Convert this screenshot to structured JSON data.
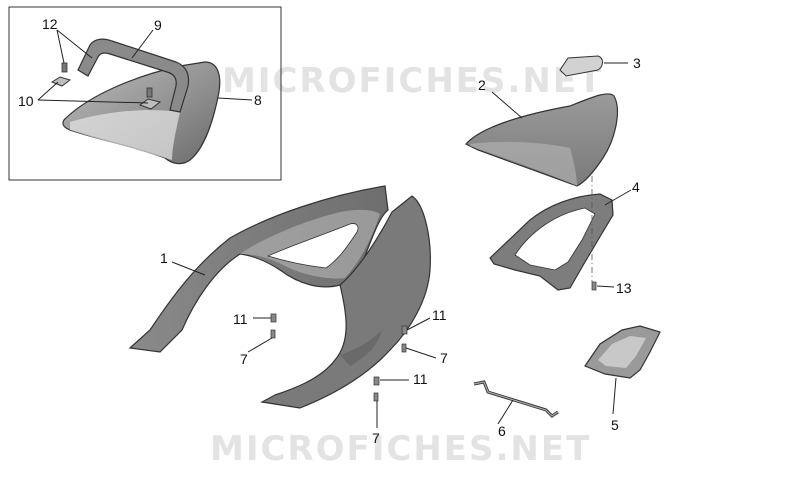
{
  "watermark": "MICROFICHES.NET",
  "callouts": {
    "c1": "1",
    "c2": "2",
    "c3": "3",
    "c4": "4",
    "c5": "5",
    "c6": "6",
    "c7a": "7",
    "c7b": "7",
    "c7c": "7",
    "c8": "8",
    "c9": "9",
    "c10": "10",
    "c11a": "11",
    "c11b": "11",
    "c11c": "11",
    "c12": "12",
    "c13": "13"
  },
  "colors": {
    "part_fill": "#8c8c8c",
    "part_light": "#c9c9c9",
    "part_dark": "#5a5a5a",
    "inset_border": "#333333",
    "watermark": "#e3e3e3"
  }
}
